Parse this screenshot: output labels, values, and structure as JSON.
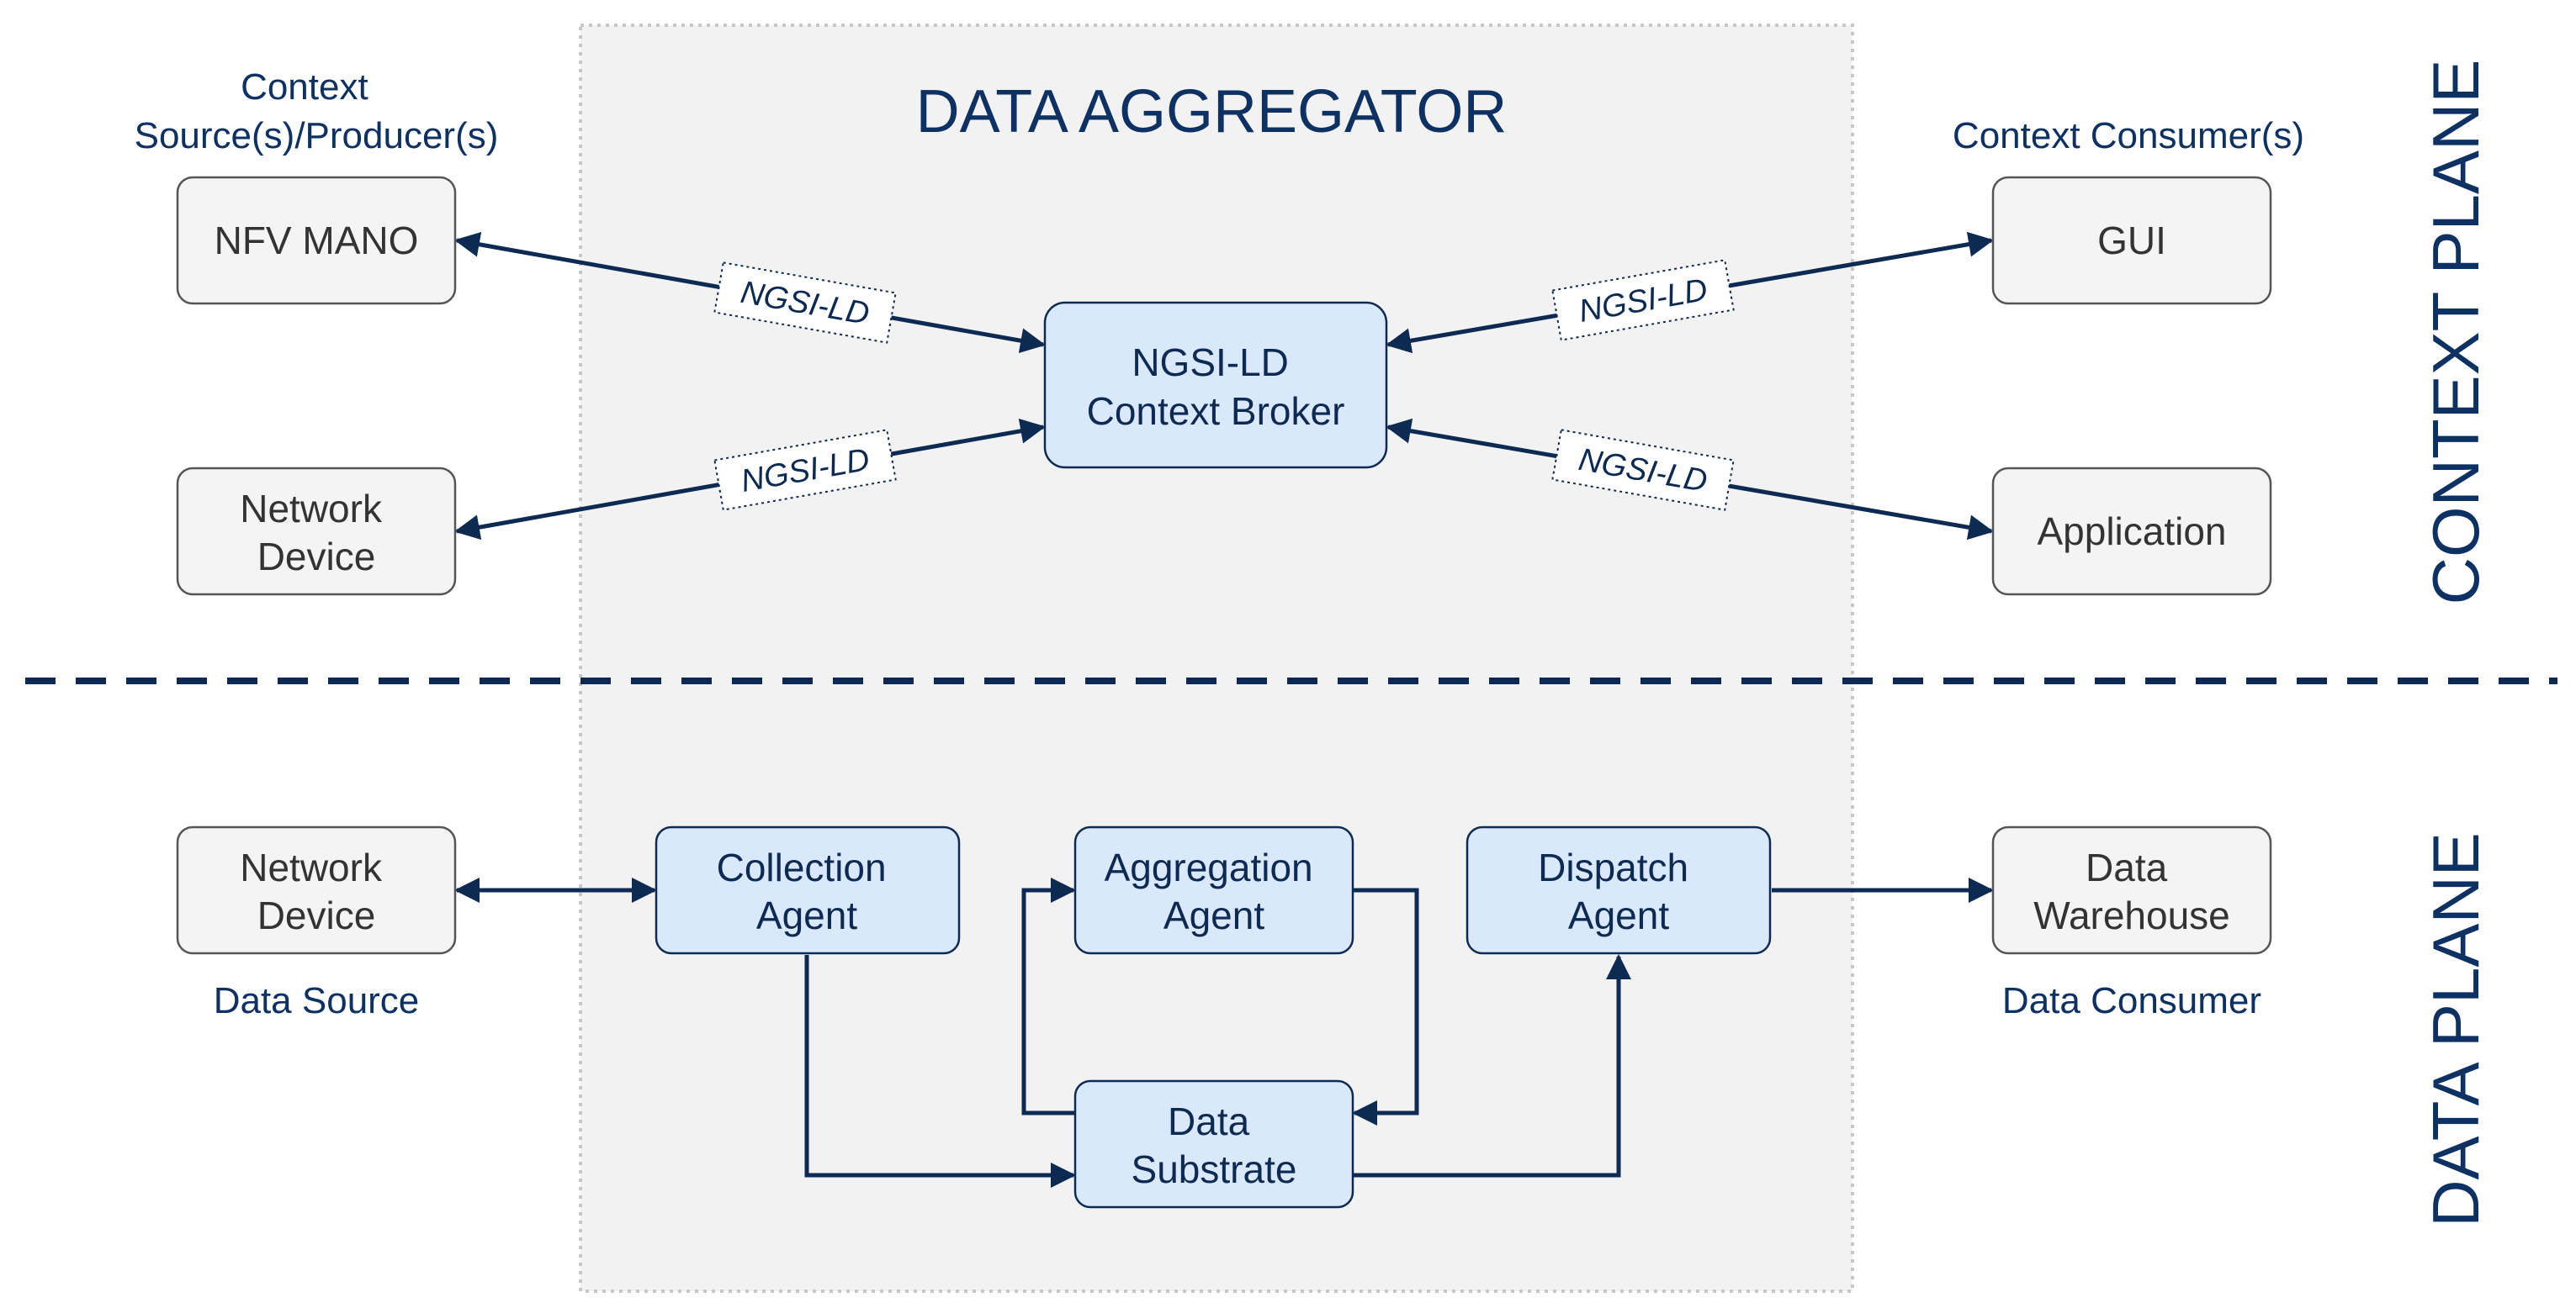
{
  "aggregator": {
    "title": "DATA AGGREGATOR"
  },
  "planes": {
    "context": "CONTEXT PLANE",
    "data": "DATA PLANE"
  },
  "context_plane": {
    "producers_label": [
      "Context",
      "Source(s)/Producer(s)"
    ],
    "consumers_label": "Context Consumer(s)",
    "producers": [
      {
        "lines": [
          "NFV MANO"
        ]
      },
      {
        "lines": [
          "Network",
          "Device"
        ]
      }
    ],
    "consumers": [
      {
        "lines": [
          "GUI"
        ]
      },
      {
        "lines": [
          "Application"
        ]
      }
    ],
    "broker": {
      "lines": [
        "NGSI-LD",
        "Context Broker"
      ]
    },
    "protocols": [
      "NGSI-LD",
      "NGSI-LD",
      "NGSI-LD",
      "NGSI-LD"
    ]
  },
  "data_plane": {
    "source": {
      "lines": [
        "Network",
        "Device"
      ],
      "caption": "Data Source"
    },
    "consumer": {
      "lines": [
        "Data",
        "Warehouse"
      ],
      "caption": "Data Consumer"
    },
    "collection_agent": {
      "lines": [
        "Collection",
        "Agent"
      ]
    },
    "aggregation_agent": {
      "lines": [
        "Aggregation",
        "Agent"
      ]
    },
    "dispatch_agent": {
      "lines": [
        "Dispatch",
        "Agent"
      ]
    },
    "data_substrate": {
      "lines": [
        "Data",
        "Substrate"
      ]
    }
  },
  "colors": {
    "navy": "#0d2a52",
    "blue_box_fill": "#dae8fc",
    "grey_box_fill": "#f4f4f4",
    "aggregator_fill": "#f2f2f2"
  }
}
